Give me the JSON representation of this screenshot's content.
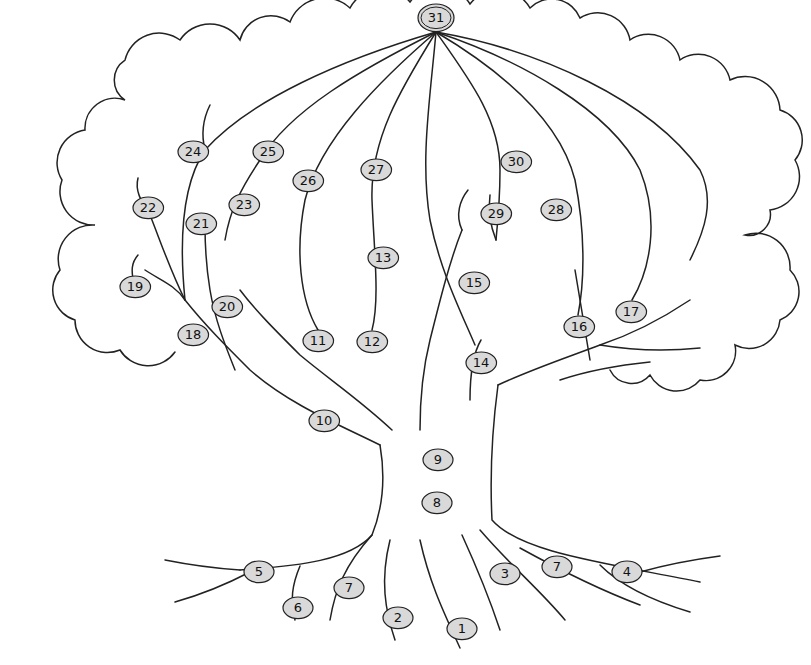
{
  "diagram": {
    "nodes": [
      {
        "text": [
          "31"
        ]
      },
      {
        "text": [
          "24"
        ]
      },
      {
        "text": [
          "25"
        ]
      },
      {
        "text": [
          "26"
        ]
      },
      {
        "text": [
          "27"
        ]
      },
      {
        "text": [
          "30"
        ]
      },
      {
        "text": [
          "22"
        ]
      },
      {
        "text": [
          "21"
        ]
      },
      {
        "text": [
          "23"
        ]
      },
      {
        "text": [
          "29"
        ]
      },
      {
        "text": [
          "28"
        ]
      },
      {
        "text": [
          "13"
        ]
      },
      {
        "text": [
          "19"
        ]
      },
      {
        "text": [
          "15"
        ]
      },
      {
        "text": [
          "20"
        ]
      },
      {
        "text": [
          "18"
        ]
      },
      {
        "text": [
          "11"
        ]
      },
      {
        "text": [
          "12"
        ]
      },
      {
        "text": [
          "16"
        ]
      },
      {
        "text": [
          "17"
        ]
      },
      {
        "text": [
          "14"
        ]
      },
      {
        "text": [
          "10"
        ]
      },
      {
        "text": [
          "9"
        ]
      },
      {
        "text": [
          "8"
        ]
      },
      {
        "text": [
          "3"
        ]
      },
      {
        "text": [
          "7"
        ]
      },
      {
        "text": [
          "4"
        ]
      },
      {
        "text": [
          "5"
        ]
      },
      {
        "text": [
          "7"
        ]
      },
      {
        "text": [
          "6"
        ]
      },
      {
        "text": [
          "2"
        ]
      },
      {
        "text": [
          "1"
        ]
      }
    ]
  }
}
